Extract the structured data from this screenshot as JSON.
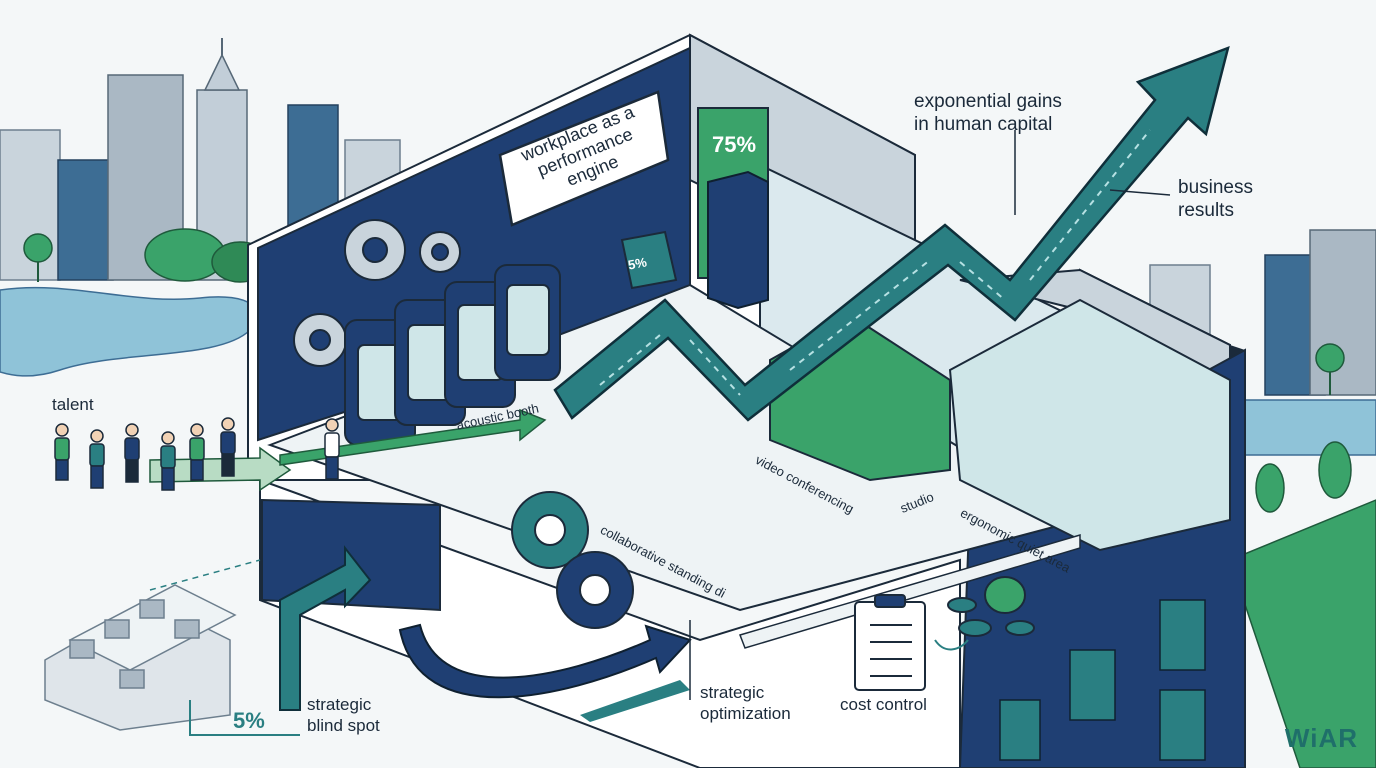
{
  "labels": {
    "talent": "talent",
    "sign": "workplace as a performance engine",
    "acoustic_booth": "acoustic booth",
    "video_conferencing": "video conferencing",
    "studio": "studio",
    "ergonomic_quiet_area": "ergonomic quiet area",
    "collaborative_standing": "collaborative standing di",
    "exponential_gains_line1": "exponential gains",
    "exponential_gains_line2": "in human capital",
    "business_results_line1": "business",
    "business_results_line2": "results",
    "strategic_blind_spot_line1": "strategic",
    "strategic_blind_spot_line2": "blind spot",
    "strategic_optimization_line1": "strategic",
    "strategic_optimization_line2": "optimization",
    "cost_control": "cost control"
  },
  "metrics": {
    "high_share": "75%",
    "low_share_top": "5%",
    "low_share_bottom": "5%"
  },
  "brand": {
    "logo": "WiAR"
  },
  "colors": {
    "navy": "#1f3f73",
    "teal": "#2a7f82",
    "green": "#3aa36a",
    "light_teal": "#cfe6e8"
  }
}
